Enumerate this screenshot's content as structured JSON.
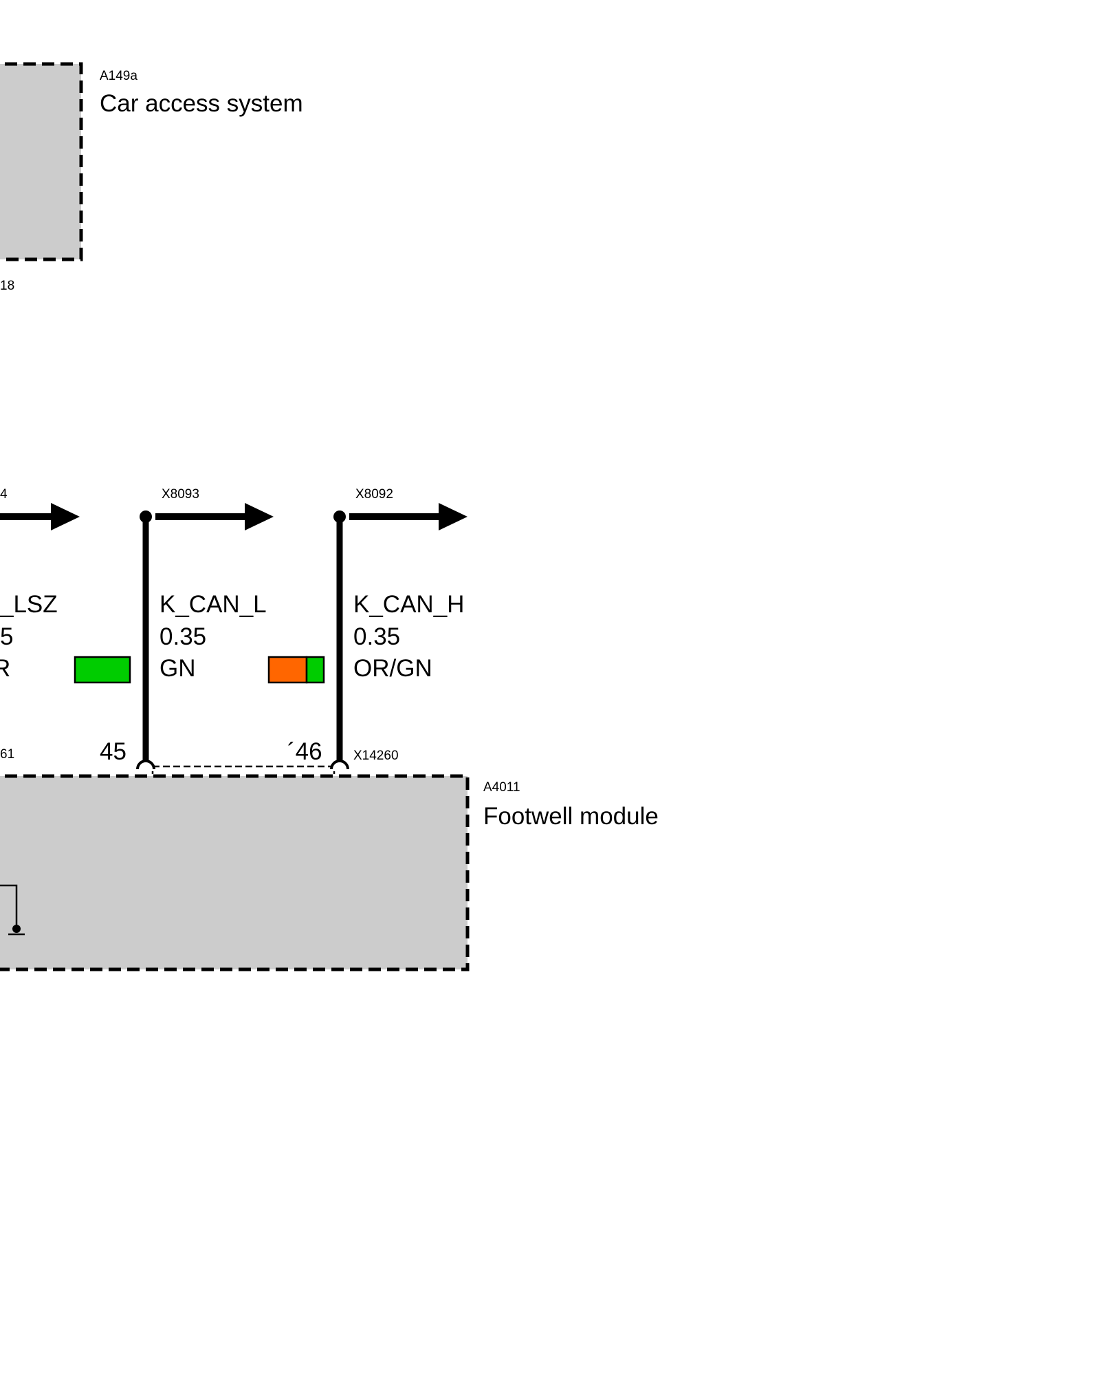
{
  "colors": {
    "module_fill": "#cccccc",
    "green": "#00cc00",
    "orange": "#ff6600",
    "line": "#000000",
    "background": "#ffffff"
  },
  "car_access_system": {
    "id": "A149a",
    "name": "Car access system",
    "pin_fragment": "18"
  },
  "left_wire": {
    "connector_fragment": "4",
    "signal_fragment": "_LSZ",
    "gauge_fragment": "5",
    "color_fragment": "R",
    "plug_fragment": "61"
  },
  "wire_can_l": {
    "connector": "X8093",
    "signal": "K_CAN_L",
    "gauge": "0.35",
    "color_code": "GN",
    "pin": "45"
  },
  "wire_can_h": {
    "connector": "X8092",
    "signal": "K_CAN_H",
    "gauge": "0.35",
    "color_code": "OR/GN",
    "pin": "´46"
  },
  "footwell_module": {
    "id": "A4011",
    "name": "Footwell module",
    "plug": "X14260"
  }
}
